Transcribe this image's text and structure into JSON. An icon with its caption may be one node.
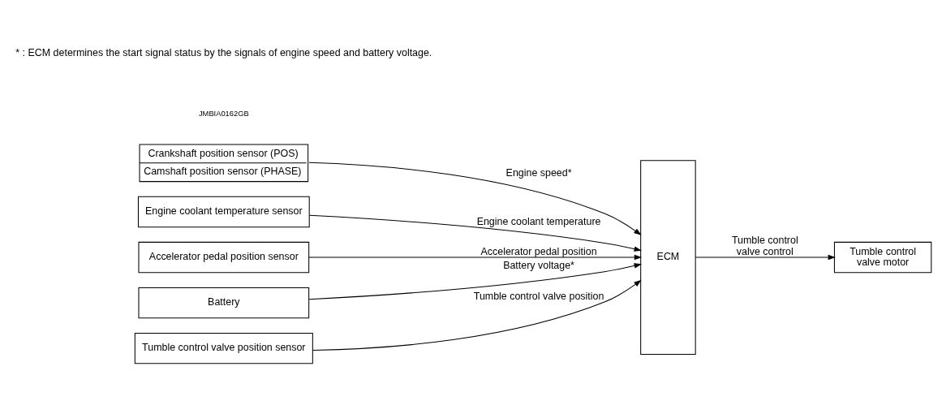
{
  "diagram": {
    "nodes": [
      {
        "text": [
          "Crankshaft position sensor (POS)",
          "Camshaft position sensor (PHASE)"
        ]
      },
      {
        "text": [
          "Engine coolant temperature sensor"
        ]
      },
      {
        "text": [
          "Accelerator pedal position sensor"
        ]
      },
      {
        "text": [
          "Battery"
        ]
      },
      {
        "text": [
          "Tumble control valve position sensor"
        ]
      },
      {
        "text": [
          "ECM"
        ]
      },
      {
        "text": [
          "Tumble control valve motor"
        ]
      }
    ],
    "edges": [
      {
        "from": 0,
        "to": 5,
        "arrow": "to",
        "label": "Engine speed*"
      },
      {
        "from": 1,
        "to": 5,
        "arrow": "to",
        "label": "Engine coolant temperature"
      },
      {
        "from": 2,
        "to": 5,
        "arrow": "to",
        "label": "Accelerator pedal position"
      },
      {
        "from": 3,
        "to": 5,
        "arrow": "to",
        "label": "Battery voltage*"
      },
      {
        "from": 4,
        "to": 5,
        "arrow": "to",
        "label": "Tumble control valve position"
      },
      {
        "from": 5,
        "to": 6,
        "arrow": "to",
        "label": "Tumble control valve control"
      }
    ],
    "labels": [
      "* : ECM determines the start signal status by the signals of engine speed and battery voltage.",
      "JMBIA0162GB"
    ]
  }
}
